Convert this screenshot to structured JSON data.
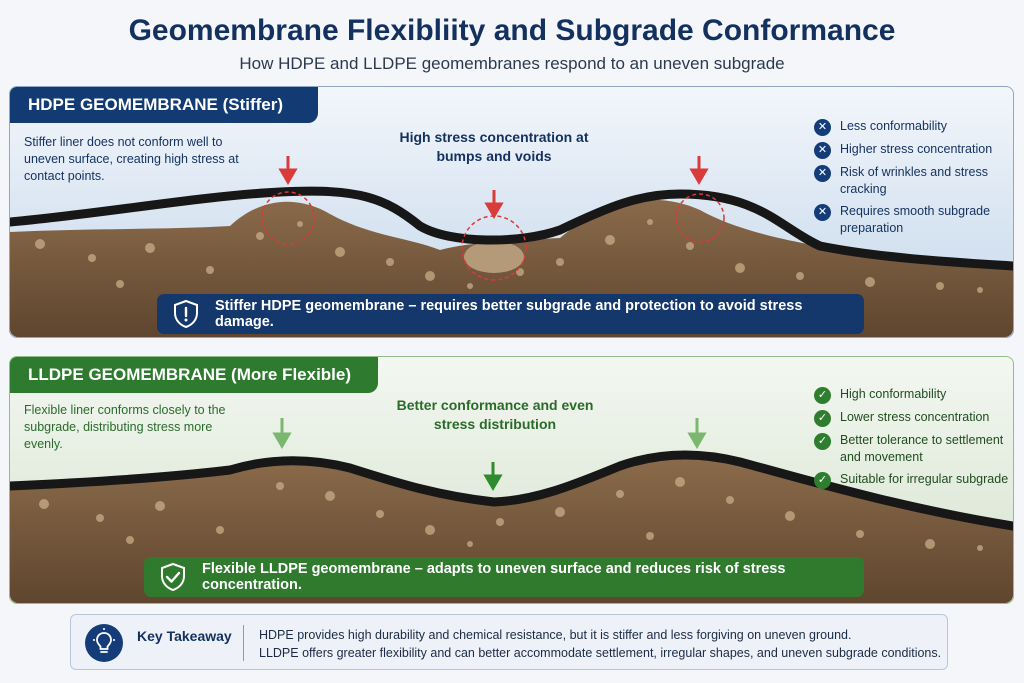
{
  "title": "Geomembrane Flexibliity and Subgrade Conformance",
  "subtitle": "How HDPE and LLDPE geomembranes respond to an uneven subgrade",
  "hdpe": {
    "tab_title": "HDPE GEOMEMBRANE (Stiffer)",
    "description": "Stiffer liner does not conform well to uneven surface, creating high stress at contact points.",
    "callout": "High stress concentration at bumps and voids",
    "points": [
      "Less conformability",
      "Higher stress concentration",
      "Risk of wrinkles and stress cracking",
      "Requires smooth subgrade preparation"
    ],
    "banner": "Stiffer HDPE geomembrane – requires better subgrade and protection to avoid stress damage.",
    "accent_color": "#123a73",
    "arrow_color": "#d93a3a"
  },
  "lldpe": {
    "tab_title": "LLDPE GEOMEMBRANE (More Flexible)",
    "description": "Flexible liner conforms closely to the subgrade, distributing stress more evenly.",
    "callout": "Better conformance and even stress distribution",
    "points": [
      "High conformability",
      "Lower stress concentration",
      "Better tolerance to settlement and movement",
      "Suitable for irregular subgrade"
    ],
    "banner": "Flexible LLDPE geomembrane – adapts to uneven surface and reduces risk of stress concentration.",
    "accent_color": "#2e7a2e",
    "arrow_color": "#3b9a3b"
  },
  "takeaway": {
    "label": "Key Takeaway",
    "line1": "HDPE provides high durability and chemical resistance, but it is stiffer and less forgiving on uneven ground.",
    "line2": "LLDPE offers greater flexibility and can better accommodate settlement, irregular shapes, and uneven subgrade conditions."
  },
  "icons": {
    "negative": "x-circle-icon",
    "positive": "check-circle-icon",
    "hdpe_banner": "shield-icon",
    "lldpe_banner": "shield-check-icon",
    "takeaway": "lightbulb-icon"
  }
}
